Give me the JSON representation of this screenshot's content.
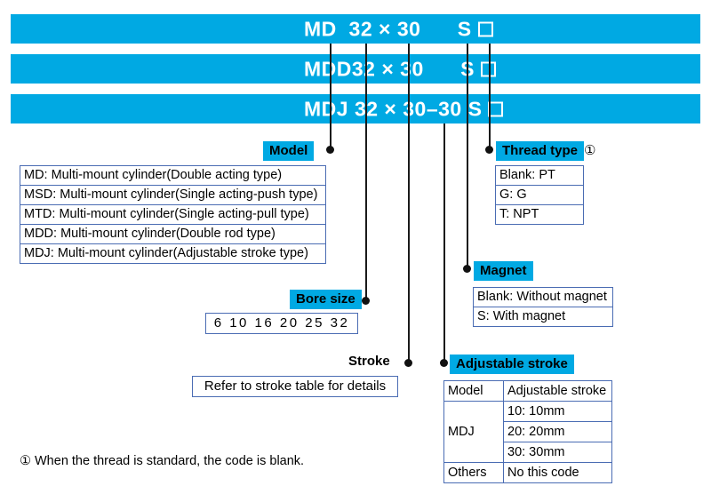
{
  "colors": {
    "accent_blue": "#00a9e3",
    "table_border": "#2d4f9e",
    "text": "#000000",
    "bar_text": "#ffffff"
  },
  "code_bars": [
    {
      "name": "md",
      "prefix": "MD  ",
      "bore": "32",
      "mult": "×",
      "stroke": "30",
      "adjust": "",
      "magnet": "  S ",
      "thread_box": "□"
    },
    {
      "name": "mdd",
      "prefix": "MDD",
      "bore": "32",
      "mult": "×",
      "stroke": "30",
      "adjust": "",
      "magnet": "  S ",
      "thread_box": "□"
    },
    {
      "name": "mdj",
      "prefix": "MDJ ",
      "bore": "32",
      "mult": "×",
      "stroke": "30",
      "adjust": "–30",
      "magnet": " S ",
      "thread_box": "□"
    }
  ],
  "code_bar_text": {
    "row1": "MD  32 × 30      S ",
    "row2": "MDD32 × 30      S ",
    "row3": "MDJ 32 × 30–30 S "
  },
  "sections": {
    "model": {
      "label": "Model",
      "rows": [
        "MD: Multi-mount cylinder(Double acting type)",
        "MSD: Multi-mount cylinder(Single acting-push type)",
        "MTD: Multi-mount cylinder(Single acting-pull type)",
        "MDD: Multi-mount cylinder(Double rod type)",
        "MDJ: Multi-mount cylinder(Adjustable stroke type)"
      ]
    },
    "bore_size": {
      "label": "Bore size",
      "values": "6  10  16  20  25  32"
    },
    "stroke": {
      "label": "Stroke",
      "note": "Refer to stroke table for details"
    },
    "thread_type": {
      "label": "Thread type",
      "footnote_marker": "①",
      "rows": [
        "Blank: PT",
        "G: G",
        "T: NPT"
      ]
    },
    "magnet": {
      "label": "Magnet",
      "rows": [
        "Blank: Without magnet",
        "S: With magnet"
      ]
    },
    "adjustable_stroke": {
      "label": "Adjustable stroke",
      "headers": [
        "Model",
        "Adjustable stroke"
      ],
      "model_group": "MDJ",
      "group_values": [
        "10: 10mm",
        "20: 20mm",
        "30: 30mm"
      ],
      "others_label": "Others",
      "others_value": "No this code"
    }
  },
  "footnote": {
    "marker": "①",
    "text": "When the thread is standard, the code is blank."
  }
}
